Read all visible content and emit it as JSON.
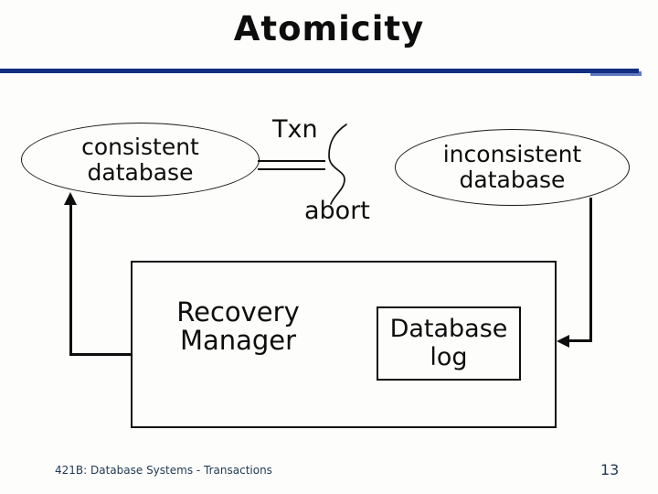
{
  "title": "Atomicity",
  "diagram": {
    "left_ellipse": {
      "line1": "consistent",
      "line2": "database"
    },
    "right_ellipse": {
      "line1": "inconsistent",
      "line2": "database"
    },
    "txn_label": "Txn",
    "abort_label": "abort",
    "recovery_manager": {
      "line1": "Recovery",
      "line2": "Manager"
    },
    "database_log": {
      "line1": "Database",
      "line2": "log"
    }
  },
  "footer": {
    "course": "421B: Database Systems - Transactions",
    "page": "13"
  },
  "colors": {
    "ink": "#0d0d0d",
    "rule": "#132f80",
    "rule_light": "#5d79c0",
    "footer_text": "#1f3a52"
  }
}
